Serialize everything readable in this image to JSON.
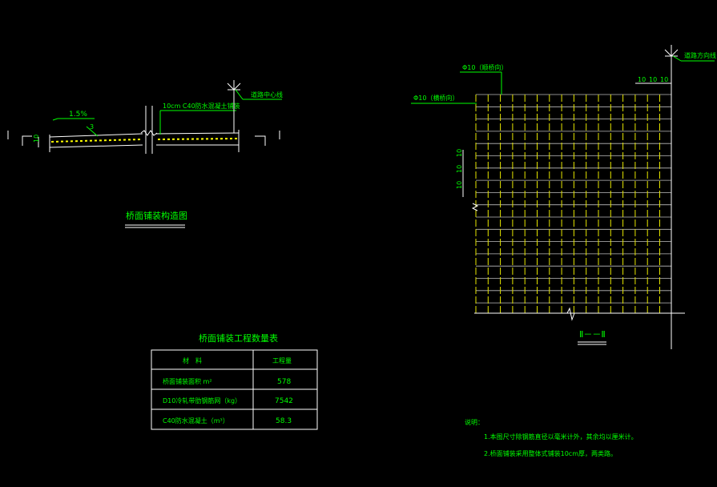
{
  "colors": {
    "background": "#000000",
    "line_white": "#ffffff",
    "line_yellow": "#ffff00",
    "text_green": "#00ff00",
    "mesh_grey": "#bdbdbd",
    "mesh_yellow": "#e6e600"
  },
  "section": {
    "slope": "1.5%",
    "mark_3": "3",
    "thickness": "10",
    "layer_note": "10cm C40防水混凝土铺装",
    "centerline_label": "道路中心线",
    "title": "桥面铺装构造图"
  },
  "mesh": {
    "bar_longitudinal": "Φ10（顺桥向）",
    "bar_transverse": "Φ10（横桥向）",
    "road_direction": "道路方向线",
    "top_spacing": [
      "10",
      "10",
      "10"
    ],
    "left_spacing": [
      "10",
      "10",
      "10"
    ],
    "section_mark": "Ⅱ－－Ⅱ"
  },
  "table": {
    "title": "桥面铺装工程数量表",
    "headers": [
      "材　料",
      "工程量"
    ],
    "rows": [
      {
        "material": "桥面铺装面积 m²",
        "qty": "578"
      },
      {
        "material": "D10冷轧带肋钢筋网（kg）",
        "qty": "7542"
      },
      {
        "material": "C40防水混凝土（m³）",
        "qty": "58.3"
      }
    ]
  },
  "notes": {
    "heading": "说明：",
    "items": [
      "1.本图尺寸除钢筋直径以毫米计外，其余均以厘米计。",
      "2.桥面铺装采用整体式铺装10cm厚，两类路。"
    ]
  }
}
